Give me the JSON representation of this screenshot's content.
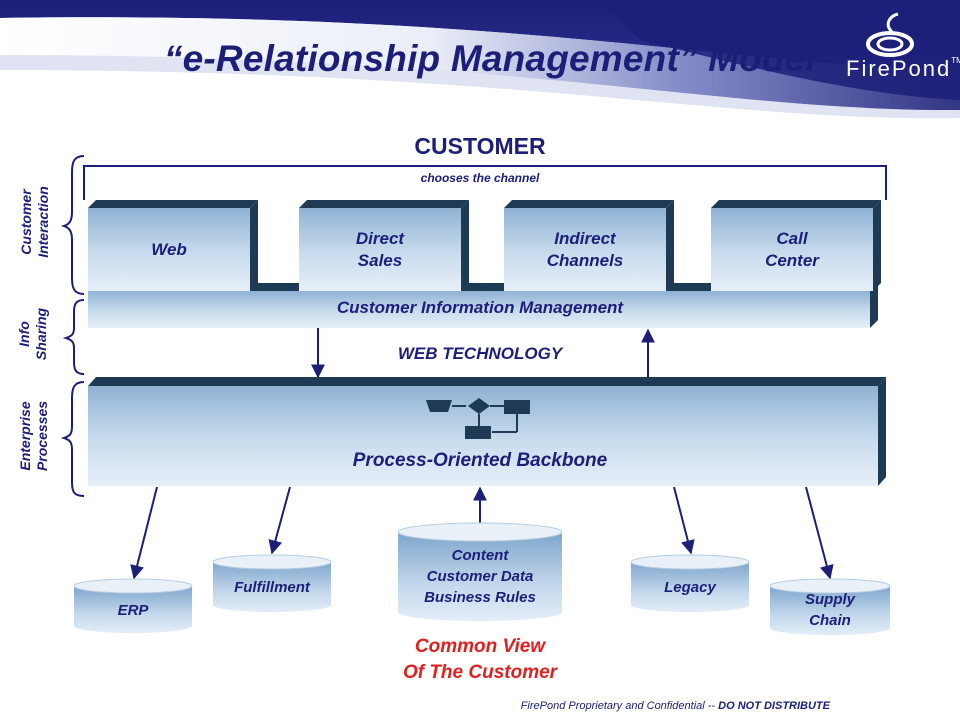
{
  "title": "“e-Relationship Management” Model",
  "logo": {
    "text": "FirePond",
    "trademark": "TM"
  },
  "customer": {
    "title": "CUSTOMER",
    "subtitle": "chooses the channel"
  },
  "side_labels": {
    "customer_interaction": "Customer\nInteraction",
    "info_sharing": "Info\nSharing",
    "enterprise_processes": "Enterprise\nProcesses"
  },
  "channels": [
    {
      "label": "Web"
    },
    {
      "label": "Direct\nSales"
    },
    {
      "label": "Indirect\nChannels"
    },
    {
      "label": "Call\nCenter"
    }
  ],
  "cim_label": "Customer Information Management",
  "web_technology_label": "WEB TECHNOLOGY",
  "backbone_label": "Process-Oriented Backbone",
  "systems": {
    "erp": "ERP",
    "fulfillment": "Fulfillment",
    "content": "Content\nCustomer Data\nBusiness Rules",
    "legacy": "Legacy",
    "supply_chain": "Supply\nChain"
  },
  "common_view": "Common View\nOf The Customer",
  "footer": {
    "prefix": "FirePond Proprietary and Confidential -- ",
    "emphasis": "DO NOT DISTRIBUTE"
  },
  "colors": {
    "navy": "#1c1e78",
    "accent_red": "#e02020",
    "box_dark": "#1f3a55"
  }
}
